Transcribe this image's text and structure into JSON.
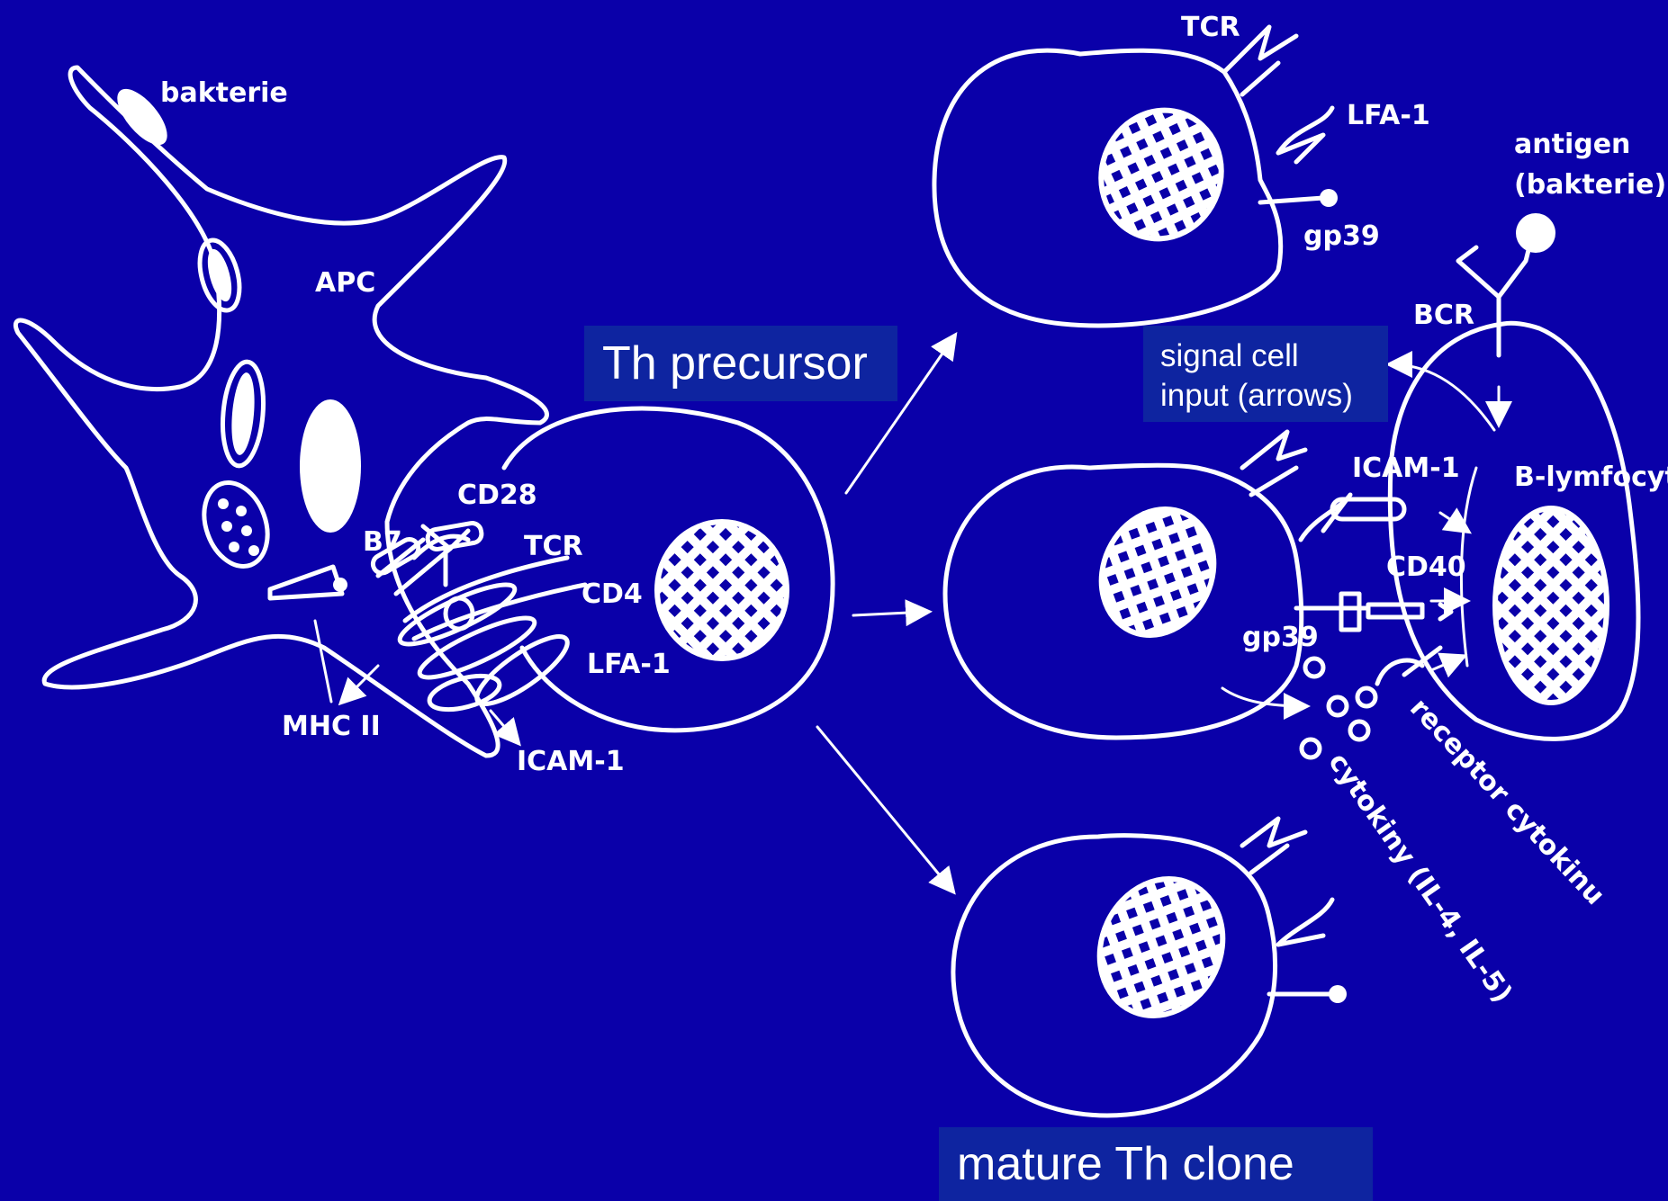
{
  "colors": {
    "background": "#0A00A9",
    "label_box": "#0E24A0",
    "line": "#ffffff"
  },
  "boxes": {
    "precursor": "Th precursor",
    "signal": "signal cell\ninput (arrows)",
    "mature": "mature Th clone"
  },
  "labels": {
    "bakterie": "bakterie",
    "apc": "APC",
    "b7": "B7",
    "cd28": "CD28",
    "tcr_left": "TCR",
    "cd4": "CD4",
    "lfa1_left": "LFA-1",
    "mhc2": "MHC II",
    "icam1_left": "ICAM-1",
    "tcr_top": "TCR",
    "lfa1_top": "LFA-1",
    "gp39_top": "gp39",
    "antigen": "antigen",
    "antigen_paren": "(bakterie)",
    "bcr": "BCR",
    "icam1_mid": "ICAM-1",
    "b_lymfocyt": "B-lymfocyt",
    "cd40": "CD40",
    "gp39_mid": "gp39",
    "receptor": "receptor cytokinu",
    "cytokiny": "cytokiny (IL-4, IL-5)"
  }
}
